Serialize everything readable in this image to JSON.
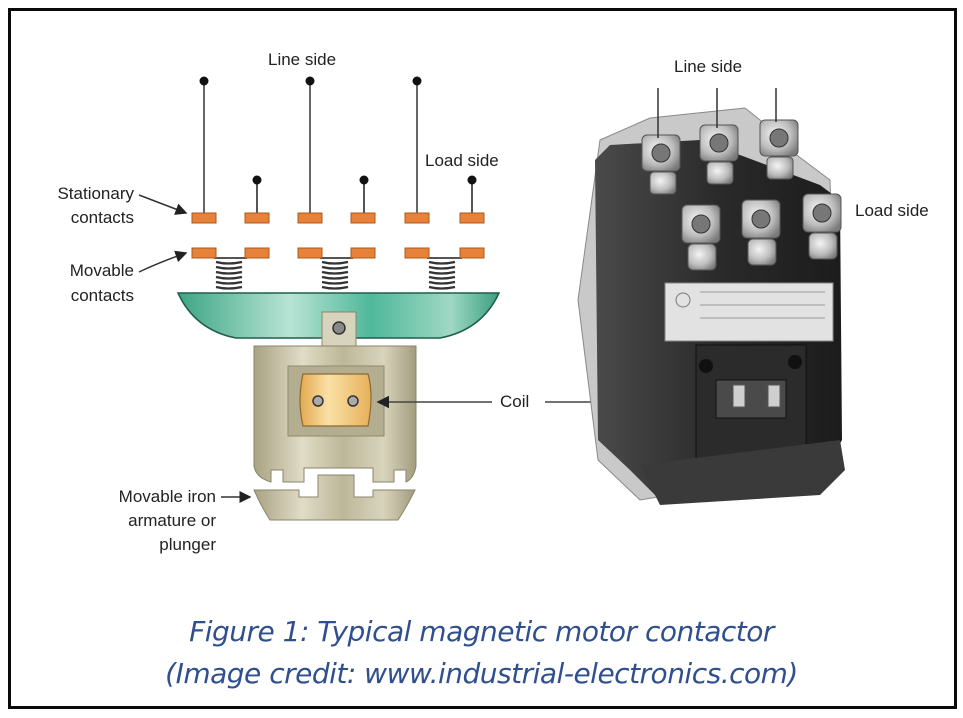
{
  "figure": {
    "caption_line1": "Figure 1: Typical magnetic motor contactor",
    "caption_line2": "(Image credit: www.industrial-electronics.com)",
    "caption_color": "#2f4f8f"
  },
  "diagram": {
    "labels": {
      "line_side": "Line side",
      "load_side": "Load side",
      "stationary_contacts_line1": "Stationary",
      "stationary_contacts_line2": "contacts",
      "movable_contacts_line1": "Movable",
      "movable_contacts_line2": "contacts",
      "coil": "Coil",
      "armature_line1": "Movable iron",
      "armature_line2": "armature or",
      "armature_line3": "plunger"
    },
    "colors": {
      "contact": "#e8823a",
      "platform": "#4fb89a",
      "coil": "#f0c070",
      "housing": "#c2bc9e"
    },
    "poles": 3
  },
  "photo": {
    "labels": {
      "line_side": "Line side",
      "load_side": "Load side"
    }
  }
}
